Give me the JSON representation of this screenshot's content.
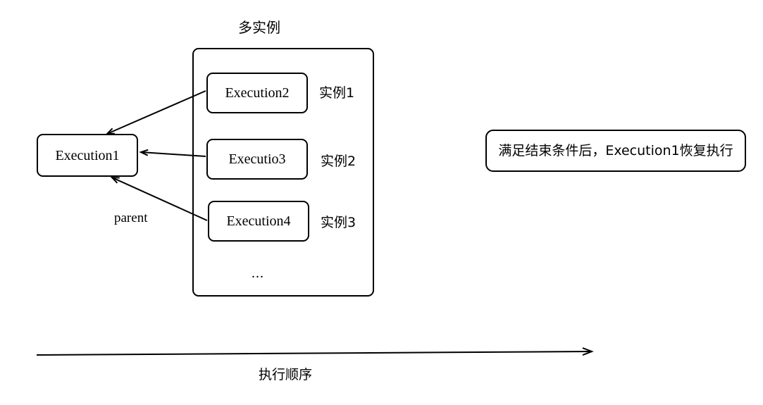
{
  "diagram": {
    "title": "多实例",
    "timeline_label": "执行顺序",
    "ellipsis": "...",
    "parent_edge_label": "parent",
    "colors": {
      "stroke": "#000000",
      "background": "#ffffff",
      "text": "#000000"
    }
  },
  "parent_node": {
    "label": "Execution1"
  },
  "multi_instance_container": {
    "title": "多实例",
    "instances": [
      {
        "node_label": "Execution2",
        "instance_label": "实例1"
      },
      {
        "node_label": "Executio3",
        "instance_label": "实例2"
      },
      {
        "node_label": "Execution4",
        "instance_label": "实例3"
      }
    ],
    "more_indicator": "..."
  },
  "note": {
    "text": "满足结束条件后，Execution1恢复执行"
  },
  "timeline": {
    "label": "执行顺序"
  },
  "edges": [
    {
      "from": "Execution2",
      "to": "Execution1",
      "label": ""
    },
    {
      "from": "Executio3",
      "to": "Execution1",
      "label": ""
    },
    {
      "from": "Execution4",
      "to": "Execution1",
      "label": "parent"
    }
  ]
}
